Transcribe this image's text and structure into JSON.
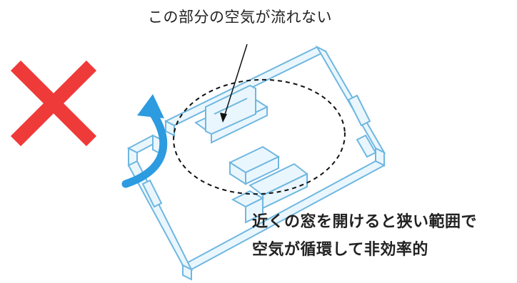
{
  "captions": {
    "top": "この部分の空気が流れない",
    "bottom_line1": "近くの窓を開けると狭い範囲で",
    "bottom_line2": "空気が循環して非効率的"
  },
  "icons": {
    "cross": "cross-mark-icon",
    "airflow": "curved-airflow-arrow-icon"
  },
  "colors": {
    "cross": "#ef3a3a",
    "wall_stroke": "#6fb7e0",
    "wall_fill": "#eaf6fd",
    "arrow": "#2c9be0",
    "text": "#222222"
  }
}
